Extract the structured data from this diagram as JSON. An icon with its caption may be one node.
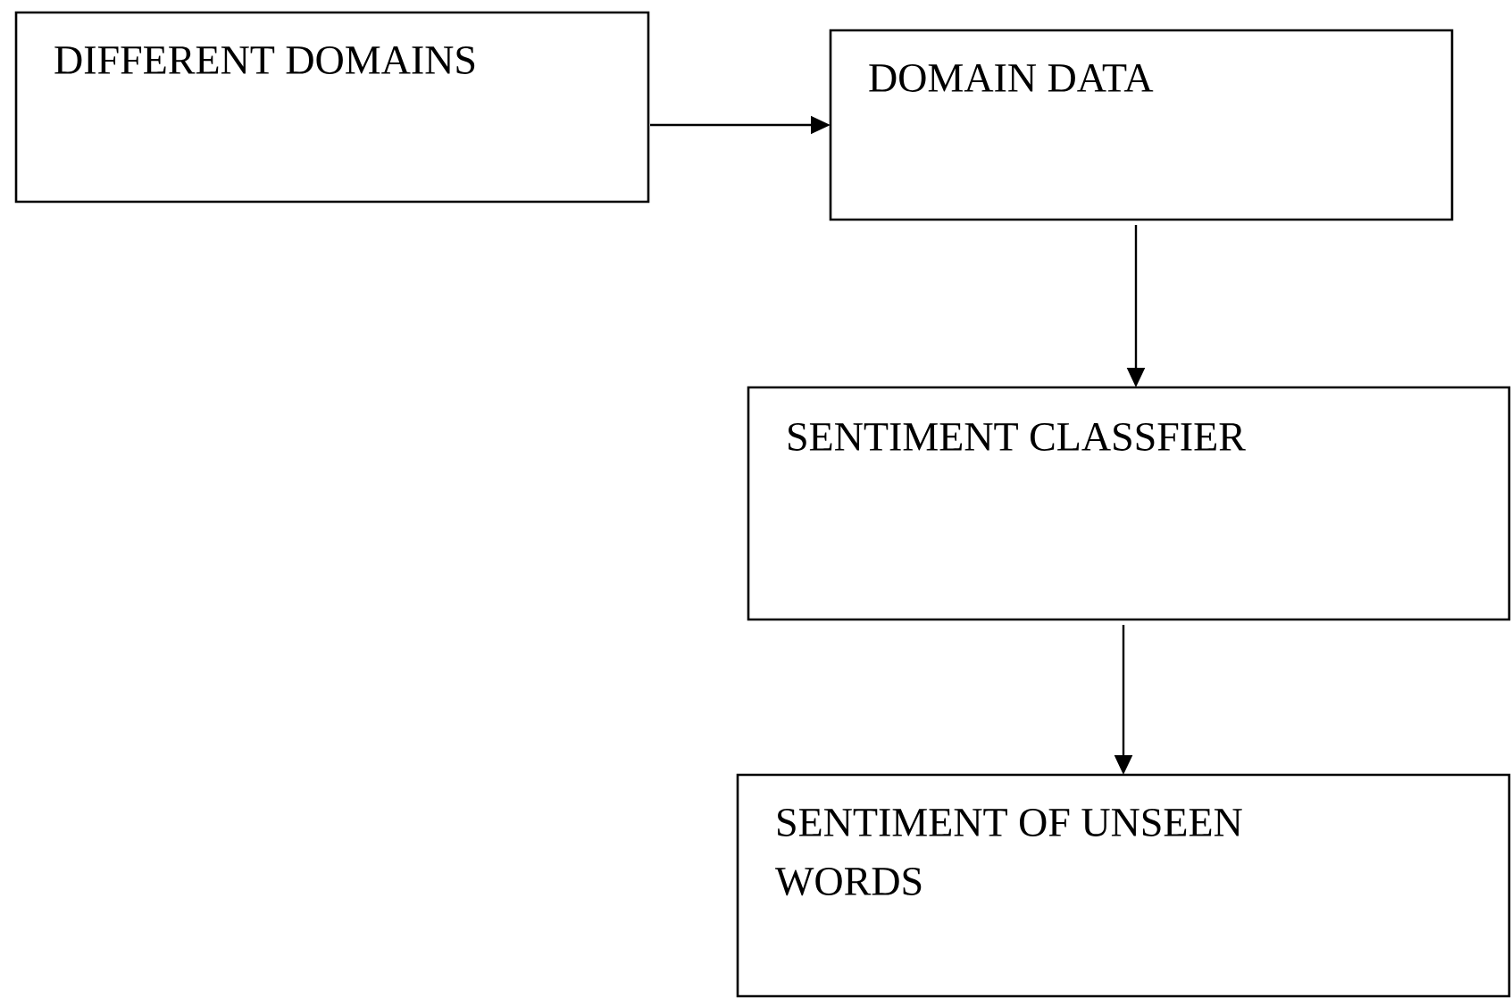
{
  "diagram": {
    "nodes": [
      {
        "text": [
          "DIFFERENT DOMAINS"
        ]
      },
      {
        "text": [
          "DOMAIN DATA"
        ]
      },
      {
        "text": [
          "SENTIMENT CLASSFIER"
        ]
      },
      {
        "text": [
          "SENTIMENT OF UNSEEN WORDS"
        ]
      }
    ],
    "edges": [
      {
        "from": 0,
        "to": 1,
        "arrow": "to"
      },
      {
        "from": 1,
        "to": 2,
        "arrow": "to"
      },
      {
        "from": 2,
        "to": 3,
        "arrow": "to"
      }
    ]
  }
}
